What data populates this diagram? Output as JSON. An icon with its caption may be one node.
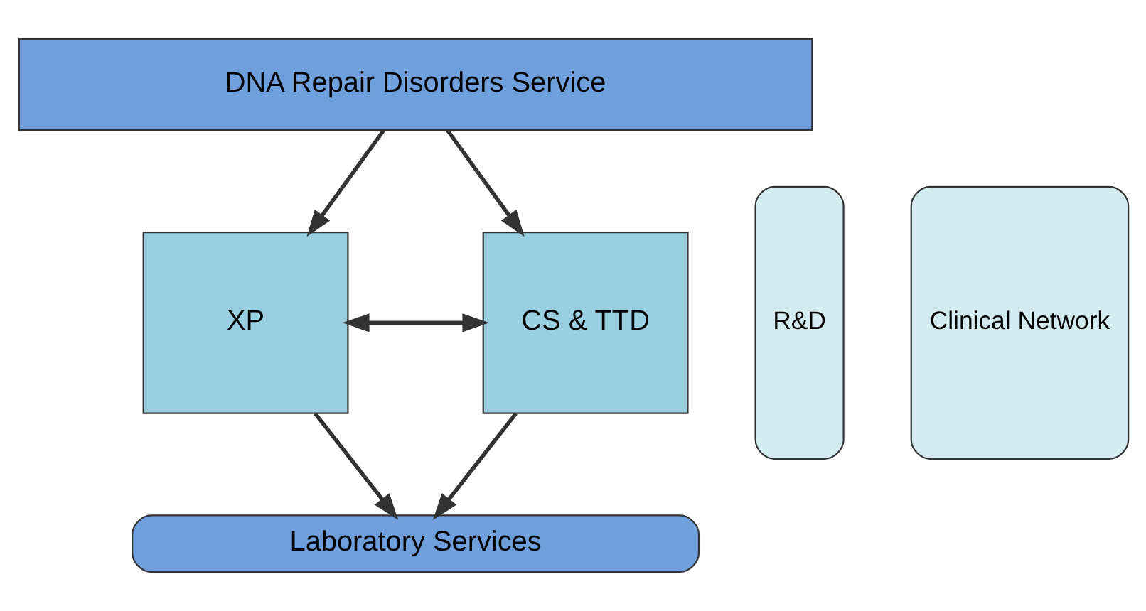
{
  "diagram": {
    "nodes": [
      {
        "text": [
          "DNA Repair Disorders Service"
        ]
      },
      {
        "text": [
          "R&D"
        ]
      },
      {
        "text": [
          "XP"
        ]
      },
      {
        "text": [
          "CS & TTD"
        ]
      },
      {
        "text": [
          "Clinical Network"
        ]
      },
      {
        "text": [
          "Laboratory Services"
        ]
      }
    ],
    "edges": [
      {
        "from": 0,
        "to": 2,
        "arrow": "to"
      },
      {
        "from": 0,
        "to": 3,
        "arrow": "to"
      },
      {
        "from": 2,
        "to": 3,
        "arrow": "both"
      },
      {
        "from": 2,
        "to": 5,
        "arrow": "to"
      },
      {
        "from": 3,
        "to": 5,
        "arrow": "to"
      }
    ]
  }
}
